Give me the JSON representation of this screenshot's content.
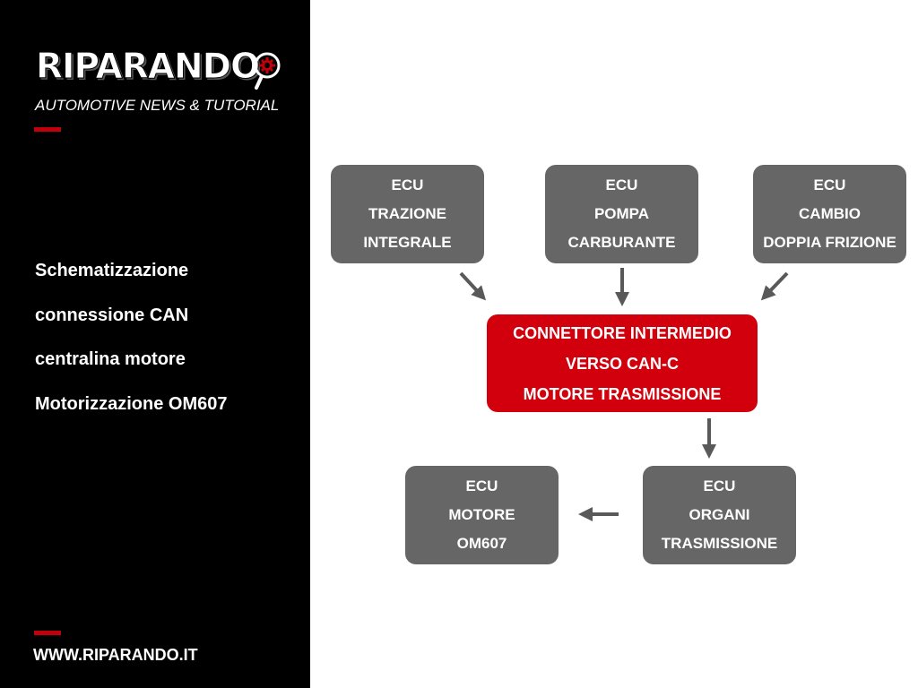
{
  "brand": {
    "name": "RIPARANDO",
    "tagline": "AUTOMOTIVE NEWS & TUTORIAL",
    "website": "WWW.RIPARANDO.IT"
  },
  "sidebar": {
    "description_lines": [
      "Schematizzazione",
      "connessione CAN",
      "centralina motore",
      "Motorizzazione OM607"
    ]
  },
  "diagram": {
    "nodes": {
      "ecu_trazione": [
        "ECU",
        "TRAZIONE",
        "INTEGRALE"
      ],
      "ecu_pompa": [
        "ECU",
        "POMPA",
        "CARBURANTE"
      ],
      "ecu_cambio": [
        "ECU",
        "CAMBIO",
        "DOPPIA FRIZIONE"
      ],
      "connettore": [
        "CONNETTORE INTERMEDIO",
        "VERSO CAN-C",
        "MOTORE TRASMISSIONE"
      ],
      "ecu_motore": [
        "ECU",
        "MOTORE",
        "OM607"
      ],
      "ecu_organi": [
        "ECU",
        "ORGANI",
        "TRASMISSIONE"
      ]
    },
    "edges": [
      {
        "from": "ecu_trazione",
        "to": "connettore"
      },
      {
        "from": "ecu_pompa",
        "to": "connettore"
      },
      {
        "from": "ecu_cambio",
        "to": "connettore"
      },
      {
        "from": "connettore",
        "to": "ecu_organi"
      },
      {
        "from": "ecu_organi",
        "to": "ecu_motore"
      }
    ]
  },
  "colors": {
    "accent": "#d2000c",
    "node_gray": "#666666",
    "sidebar_bg": "#000000",
    "arrow": "#595959"
  }
}
